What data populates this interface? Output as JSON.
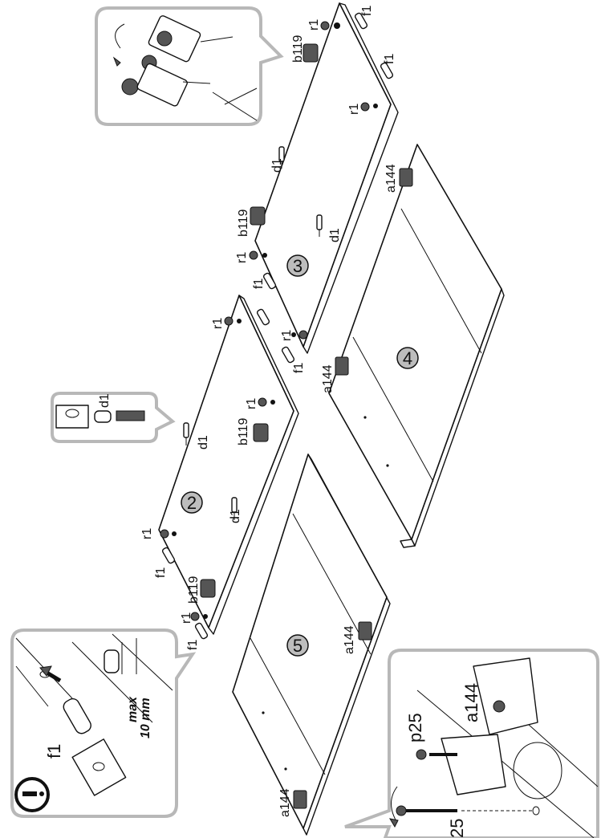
{
  "colors": {
    "line": "#111111",
    "callout_border": "#b8b8b8",
    "circle_fill": "#bdbdbd"
  },
  "panels": [
    {
      "number": "2"
    },
    {
      "number": "3"
    },
    {
      "number": "4"
    },
    {
      "number": "5"
    }
  ],
  "part_labels": {
    "r1": "r1",
    "f1": "f1",
    "b119": "b119",
    "d1": "d1",
    "a144": "a144",
    "p25": "p25"
  },
  "callouts": {
    "warning_icon": "info-exclamation-icon",
    "max_depth": {
      "line1": "max",
      "line2": "10 mm"
    },
    "bottom_right_partial_label": "25"
  }
}
